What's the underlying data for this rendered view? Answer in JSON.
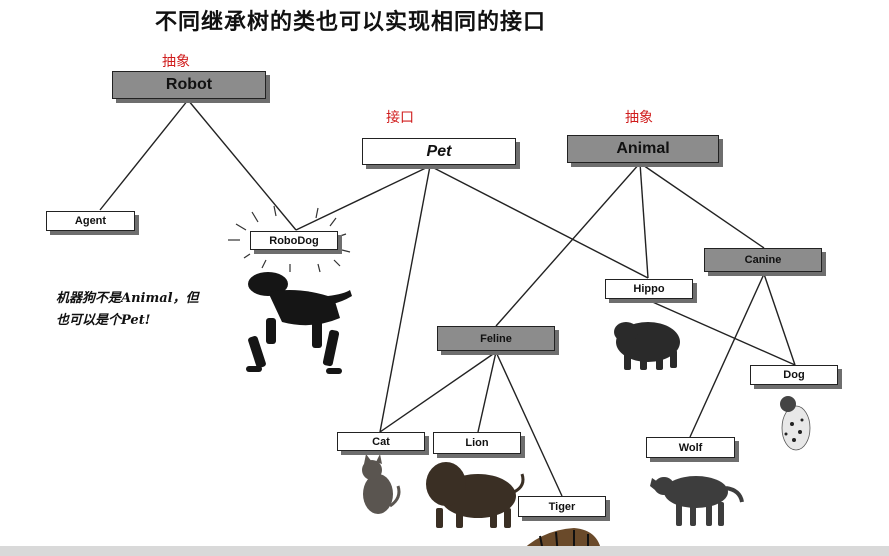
{
  "title": "不同继承树的类也可以实现相同的接口",
  "annotations": {
    "robot_note": "抽象",
    "pet_note": "接口",
    "animal_note": "抽象"
  },
  "note": {
    "line1": "机器狗不是Animal，但",
    "line2": "也可以是个Pet!"
  },
  "nodes": {
    "robot": "Robot",
    "pet": "Pet",
    "animal": "Animal",
    "agent": "Agent",
    "robodog": "RoboDog",
    "canine": "Canine",
    "hippo": "Hippo",
    "feline": "Feline",
    "dog": "Dog",
    "cat": "Cat",
    "lion": "Lion",
    "wolf": "Wolf",
    "tiger": "Tiger"
  },
  "colors": {
    "abstract_fill": "#8c8c8c",
    "concrete_fill": "#ffffff",
    "annotation": "#d01c1c",
    "shadow": "#6e6e6e"
  },
  "icons": [
    "robot-dog-image",
    "hippo-image",
    "dog-image",
    "cat-image",
    "lion-image",
    "wolf-image",
    "tiger-image"
  ]
}
